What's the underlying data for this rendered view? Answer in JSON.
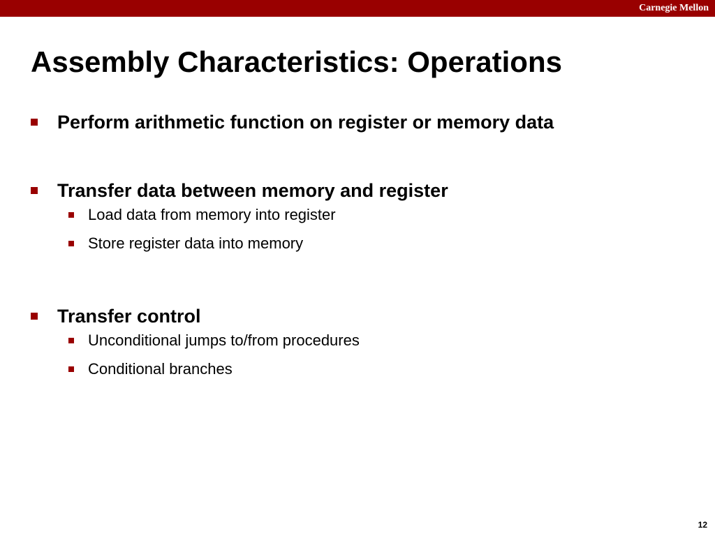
{
  "header": {
    "org_name": "Carnegie Mellon"
  },
  "slide": {
    "title": "Assembly Characteristics: Operations",
    "bullets": [
      {
        "text": "Perform arithmetic function on register or memory data",
        "sub": []
      },
      {
        "text": "Transfer data between memory and register",
        "sub": [
          "Load data from memory into register",
          "Store register data into memory"
        ]
      },
      {
        "text": "Transfer control",
        "sub": [
          "Unconditional jumps to/from procedures",
          "Conditional branches"
        ]
      }
    ],
    "page_number": "12"
  },
  "colors": {
    "accent": "#990000",
    "header_text": "#ffffff",
    "body_text": "#000000",
    "background": "#ffffff"
  }
}
